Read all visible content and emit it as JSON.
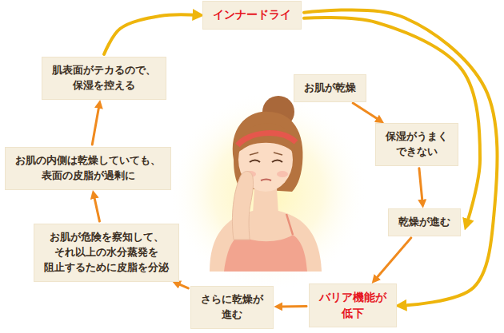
{
  "diagram": {
    "nodes": [
      {
        "text": [
          "インナードライ"
        ]
      },
      {
        "text": [
          "お肌が乾燥"
        ]
      },
      {
        "text": [
          "保湿がうまく できない"
        ]
      },
      {
        "text": [
          "乾燥が進む"
        ]
      },
      {
        "text": [
          "バリア機能が 低下"
        ]
      },
      {
        "text": [
          "さらに乾燥が 進む"
        ]
      },
      {
        "text": [
          "お肌が危険を察知して、 それ以上の水分蒸発を 阻止するために皮脂を分泌"
        ]
      },
      {
        "text": [
          "お肌の内側は乾燥していても、 表面の皮脂が過剰に"
        ]
      },
      {
        "text": [
          "肌表面がテカるので、 保湿を控える"
        ]
      }
    ],
    "edges": [
      {
        "from": 1,
        "to": 2,
        "arrow": "to"
      },
      {
        "from": 2,
        "to": 3,
        "arrow": "to"
      },
      {
        "from": 3,
        "to": 4,
        "arrow": "to"
      },
      {
        "from": 4,
        "to": 5,
        "arrow": "to"
      },
      {
        "from": 5,
        "to": 6,
        "arrow": "to"
      },
      {
        "from": 6,
        "to": 7,
        "arrow": "to"
      },
      {
        "from": 7,
        "to": 8,
        "arrow": "to"
      },
      {
        "from": 8,
        "to": 0,
        "arrow": "to"
      },
      {
        "from": 0,
        "to": 3,
        "arrow": "to"
      },
      {
        "from": 0,
        "to": 4,
        "arrow": "to"
      }
    ]
  }
}
